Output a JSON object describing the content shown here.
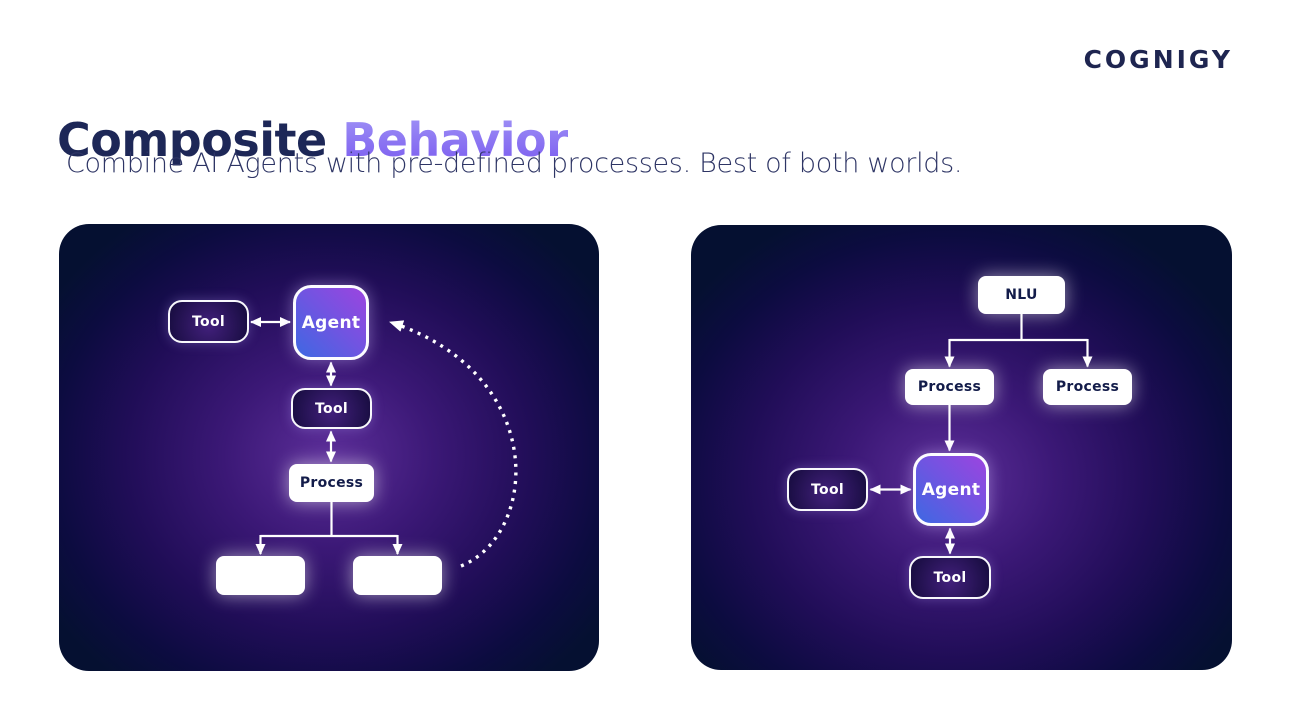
{
  "brand": {
    "logo_text": "COGNIGY"
  },
  "heading": {
    "title_primary": "Composite",
    "title_accent": "Behavior",
    "subtitle": "Combine AI Agents with pre-defined processes. Best of both worlds."
  },
  "colors": {
    "title_navy": "#1d2757",
    "accent_purple_top": "#a093f6",
    "accent_purple_bottom": "#7a5bef",
    "panel_glow_center": "#5c2e99",
    "panel_edge_navy": "#051031",
    "agent_gradient_blue": "#3e68e2",
    "agent_gradient_purple": "#9c44e0",
    "connector_white": "#ffffff",
    "white_node_text": "#131c4a"
  },
  "left_diagram": {
    "nodes": {
      "tool_top": {
        "label": "Tool"
      },
      "agent": {
        "label": "Agent"
      },
      "tool_mid": {
        "label": "Tool"
      },
      "process": {
        "label": "Process"
      },
      "blank_left": {
        "label": ""
      },
      "blank_right": {
        "label": ""
      }
    }
  },
  "right_diagram": {
    "nodes": {
      "nlu": {
        "label": "NLU"
      },
      "process_left": {
        "label": "Process"
      },
      "process_right": {
        "label": "Process"
      },
      "agent": {
        "label": "Agent"
      },
      "tool_side": {
        "label": "Tool"
      },
      "tool_bottom": {
        "label": "Tool"
      }
    }
  }
}
